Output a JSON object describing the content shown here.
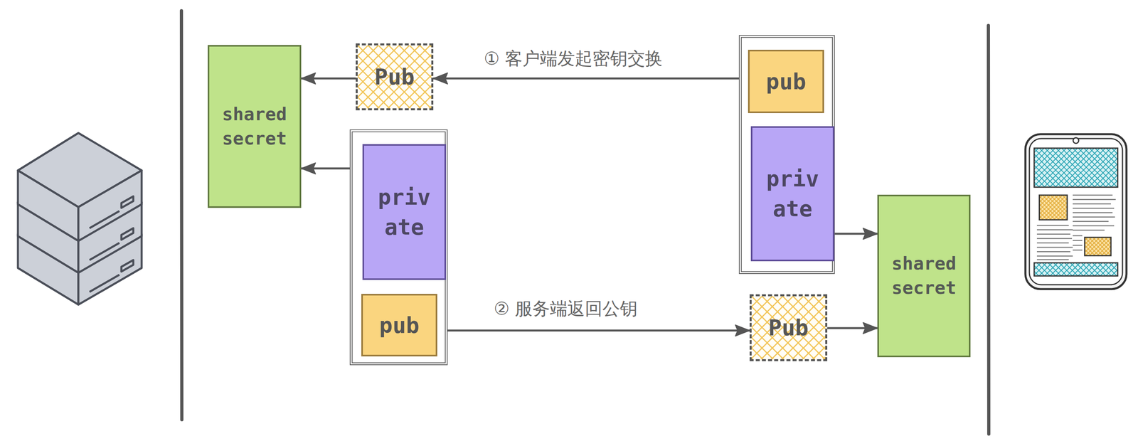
{
  "diagram": {
    "nodes": [
      {
        "text": [
          "shared secret"
        ]
      },
      {
        "text": [
          "Pub"
        ]
      },
      {
        "text": []
      },
      {
        "text": [
          "priv ate"
        ],
        "in": 2
      },
      {
        "text": [
          "pub"
        ],
        "in": 2
      },
      {
        "text": []
      },
      {
        "text": [
          "pub"
        ],
        "in": 5
      },
      {
        "text": [
          "priv ate"
        ],
        "in": 5
      },
      {
        "text": [
          "Pub"
        ]
      },
      {
        "text": [
          "shared secret"
        ]
      }
    ],
    "edges": [
      {
        "from": 6,
        "to": 1,
        "arrow": "to",
        "label": "① 客户端发起密钥交换"
      },
      {
        "from": 1,
        "to": 0,
        "arrow": "to"
      },
      {
        "from": 3,
        "to": 0,
        "arrow": "to"
      },
      {
        "from": 4,
        "to": 8,
        "arrow": "to",
        "label": "② 服务端返回公钥"
      },
      {
        "from": 7,
        "to": 9,
        "arrow": "to"
      },
      {
        "from": 8,
        "to": 9,
        "arrow": "to"
      }
    ]
  }
}
